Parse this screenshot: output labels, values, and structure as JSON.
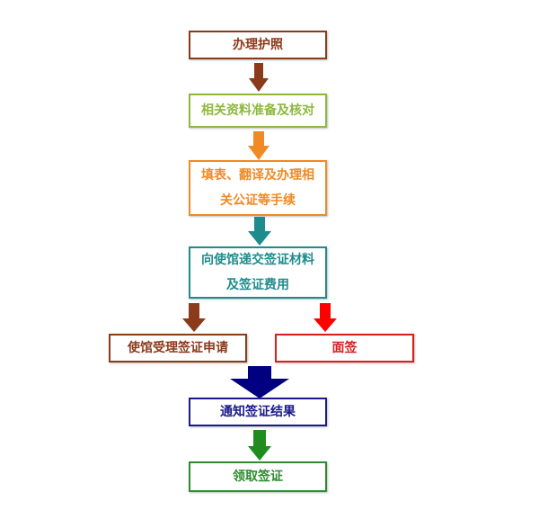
{
  "steps": {
    "passport": {
      "label": "办理护照",
      "color": "#8B3A1A"
    },
    "materials": {
      "label": "相关资料准备及核对",
      "color": "#8DB83E"
    },
    "forms": {
      "label": "填表、翻译及办理相\n关公证等手续",
      "color": "#F08A24"
    },
    "submit": {
      "label": "向使馆递交签证材料\n及签证费用",
      "color": "#1E8C8C"
    },
    "accept": {
      "label": "使馆受理签证申请",
      "color": "#8B3A1A"
    },
    "interview": {
      "label": "面签",
      "color": "#D81E1E"
    },
    "notify": {
      "label": "通知签证结果",
      "color": "#1A1A8C"
    },
    "collect": {
      "label": "领取签证",
      "color": "#2E8B2E"
    }
  },
  "arrows": {
    "a1": {
      "color": "#8B3A1A",
      "icon": "arrow-down-icon"
    },
    "a2": {
      "color": "#F08A24",
      "icon": "arrow-down-icon"
    },
    "a3": {
      "color": "#1E8C8C",
      "icon": "arrow-down-icon"
    },
    "a4": {
      "color": "#8B3A1A",
      "icon": "arrow-down-icon"
    },
    "a5": {
      "color": "#FF0000",
      "icon": "arrow-down-icon"
    },
    "a6": {
      "color": "#000080",
      "icon": "arrow-down-icon"
    },
    "a7": {
      "color": "#1E8C1E",
      "icon": "arrow-down-icon"
    }
  }
}
